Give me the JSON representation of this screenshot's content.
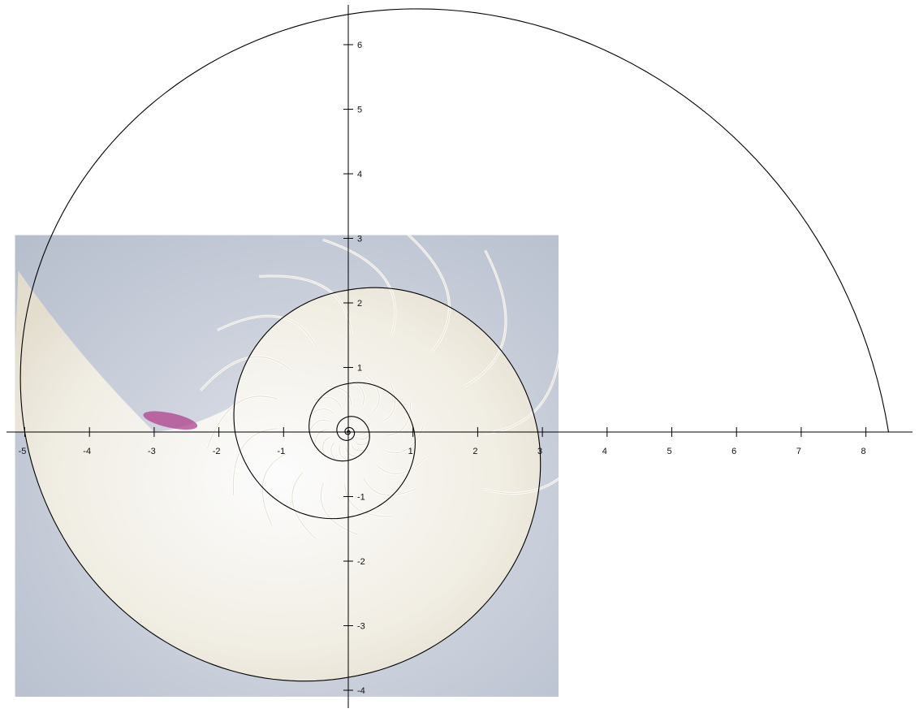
{
  "axes": {
    "x_ticks": [
      "-5",
      "-4",
      "-3",
      "-2",
      "-1",
      "1",
      "2",
      "3",
      "4",
      "5",
      "6",
      "7",
      "8"
    ],
    "y_ticks": [
      "6",
      "5",
      "4",
      "3",
      "2",
      "1",
      "-1",
      "-2",
      "-3",
      "-4"
    ],
    "x_range": [
      -5.3,
      8.7
    ],
    "y_range": [
      -4.3,
      6.6
    ],
    "axis_color": "#000000"
  },
  "spiral": {
    "type": "logarithmic spiral over nautilus shell",
    "growth_per_half_turn": 1.9,
    "crossings": [
      [
        8.35,
        0
      ],
      [
        0.5,
        6.45
      ],
      [
        -5.0,
        0
      ],
      [
        0,
        -3.8
      ],
      [
        2.93,
        0
      ],
      [
        0,
        2.2
      ],
      [
        -1.75,
        0
      ],
      [
        0,
        -1.32
      ],
      [
        1.02,
        0
      ],
      [
        0,
        0.75
      ],
      [
        -0.6,
        0
      ],
      [
        0,
        -0.44
      ]
    ],
    "stroke_color": "#000000"
  },
  "photo": {
    "subject": "nautilus-shell-cross-section",
    "x_range": [
      -5.15,
      3.25
    ],
    "y_range": [
      -4.1,
      3.05
    ],
    "colors": {
      "background": "#c8ceda",
      "shell": "#f4f0e4",
      "septa": "#e3dcc8",
      "pink_accent": "#b0408e"
    }
  }
}
